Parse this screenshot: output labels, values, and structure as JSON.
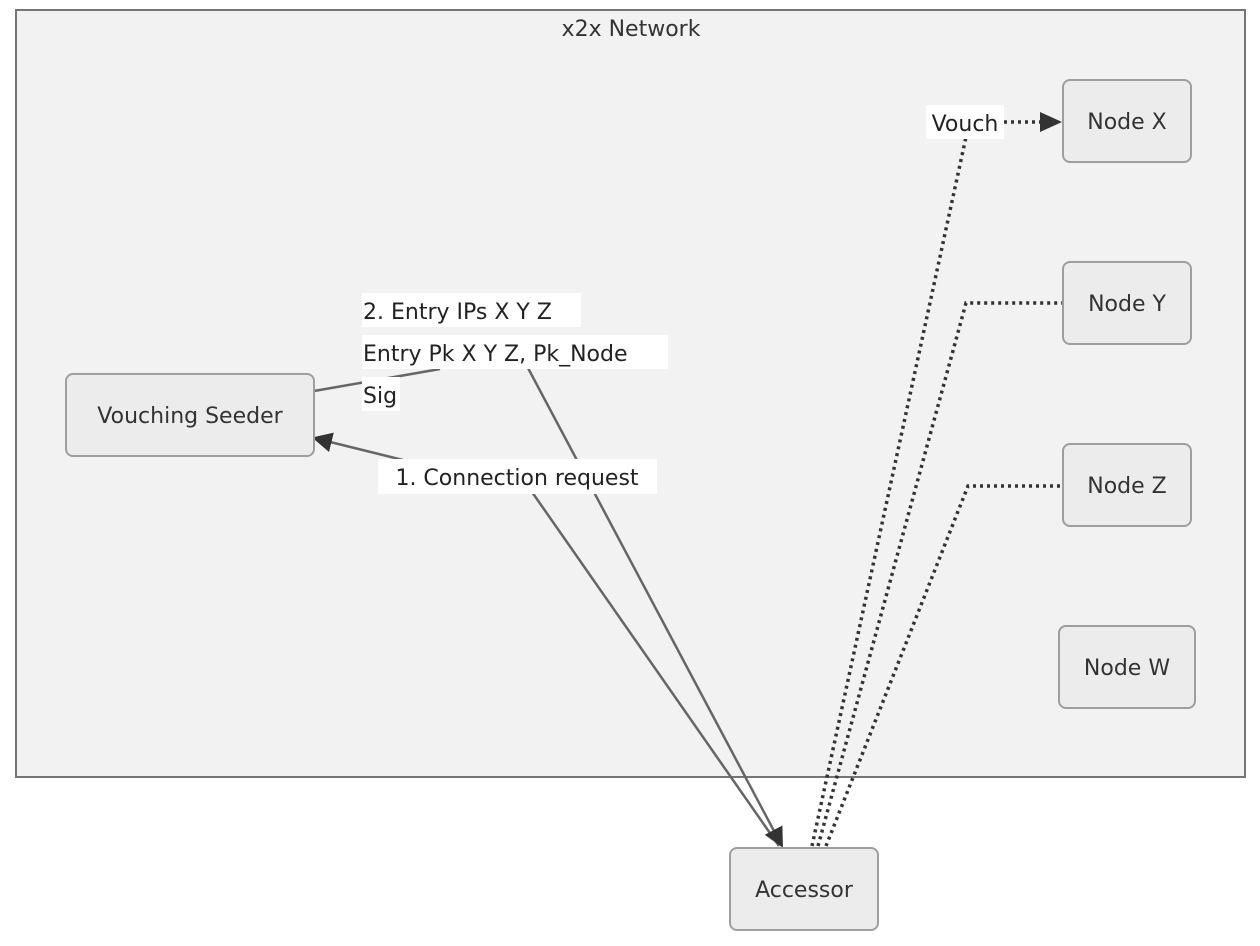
{
  "cluster": {
    "title": "x2x Network"
  },
  "nodes": {
    "node_x": "Node X",
    "node_y": "Node Y",
    "node_z": "Node Z",
    "node_w": "Node W",
    "seeder": "Vouching Seeder",
    "accessor": "Accessor"
  },
  "edges": {
    "connection_request": "1. Connection request",
    "entry_response": {
      "line1": "2. Entry IPs X Y Z",
      "line2": "Entry Pk X Y Z, Pk_Node",
      "line3": "Sig"
    },
    "vouch": "Vouch"
  }
}
